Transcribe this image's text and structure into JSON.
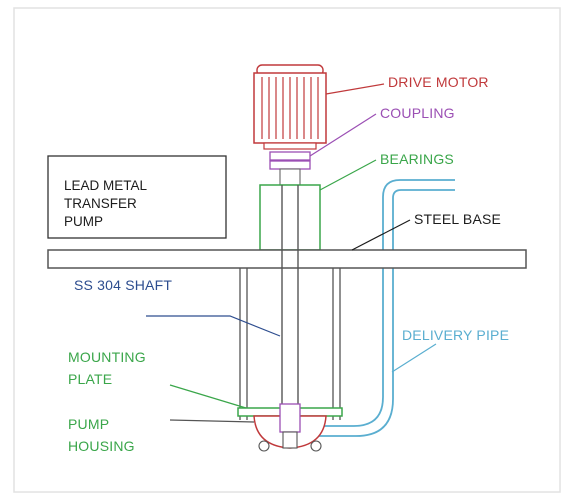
{
  "title_box": {
    "lines": [
      "LEAD METAL",
      "TRANSFER",
      "PUMP"
    ]
  },
  "labels": {
    "drive_motor": "DRIVE MOTOR",
    "coupling": "COUPLING",
    "bearings": "BEARINGS",
    "steel_base": "STEEL BASE",
    "shaft": "SS 304 SHAFT",
    "delivery_pipe": "DELIVERY PIPE",
    "mounting_plate": [
      "MOUNTING",
      "PLATE"
    ],
    "pump_housing": [
      "PUMP",
      "HOUSING"
    ]
  },
  "colors": {
    "drive_motor": "#c0393b",
    "coupling": "#9b4fb4",
    "bearings": "#3aa64a",
    "steel_base": "#1c1c1c",
    "shaft": "#2d4d8f",
    "delivery_pipe": "#5aaed0",
    "mounting_plate": "#3aa64a",
    "pump_housing": "#3aa64a",
    "outline": "#555555"
  }
}
